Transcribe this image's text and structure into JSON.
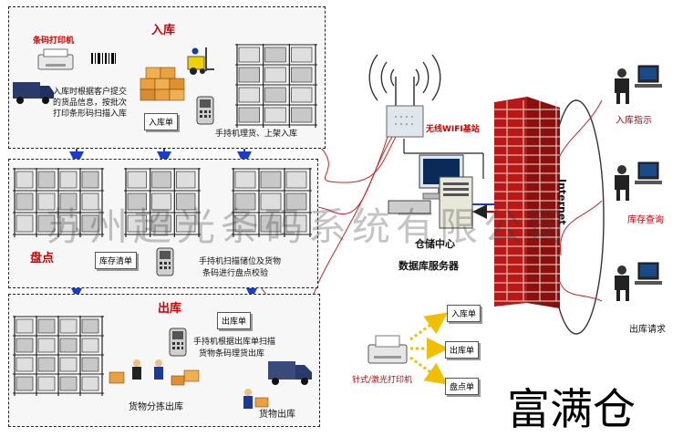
{
  "sections": {
    "inbound_title": "入库",
    "stocktake_title": "盘点",
    "outbound_title": "出库"
  },
  "labels": {
    "barcode_printer": "条码打印机",
    "inbound_desc_1": "入库时根据客户提交",
    "inbound_desc_2": "的货品信息，按批次",
    "inbound_desc_3": "打印条形码扫描入库",
    "inbound_doc": "入库单",
    "handheld_shelving": "手持机理货、上架入库",
    "stock_list_doc": "库存清单",
    "stocktake_desc_1": "手持机扫描储位及货物",
    "stocktake_desc_2": "条码进行盘点校验",
    "outbound_doc": "出库单",
    "outbound_desc_1": "手持机根据出库单扫描",
    "outbound_desc_2": "货物条码理货出库",
    "goods_sorting": "货物分拣出库",
    "goods_out": "货物出库",
    "wifi_station": "无线WIFI基站",
    "warehouse_center": "仓储中心",
    "db_server": "数据库服务器",
    "internet": "Internet",
    "client_inbound": "入库指示",
    "client_stock_query": "库存查询",
    "client_outbound": "出库请求",
    "printer_label": "针式/激光打印机",
    "doc_inbound": "入库单",
    "doc_outbound": "出库单",
    "doc_stocktake": "盘点单"
  },
  "watermark": "苏州超光条码系统有限公司",
  "brand": "富满仓",
  "colors": {
    "accent_red": "#d00000",
    "arrow_blue": "#1a3ccc",
    "wall_red": "#b81818",
    "arrow_yellow": "#f0c000"
  }
}
